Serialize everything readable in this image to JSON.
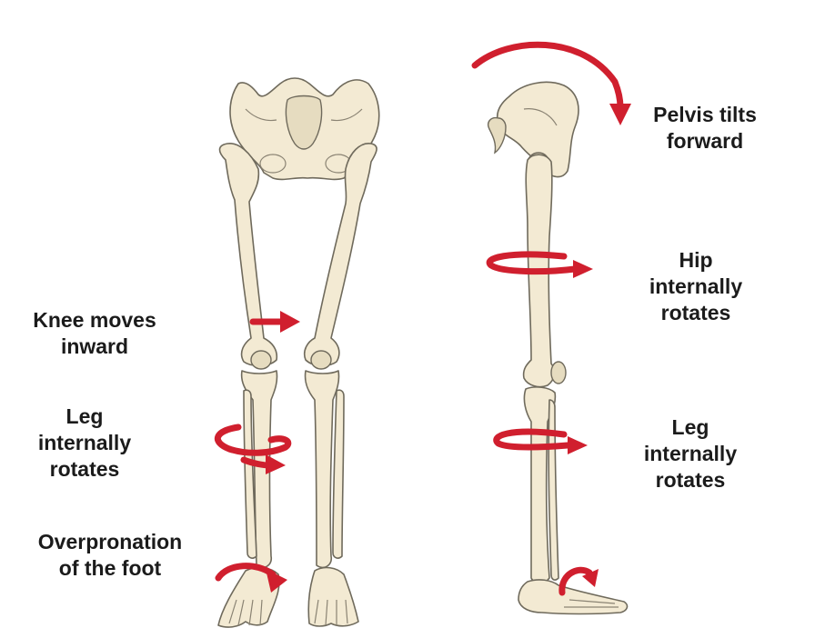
{
  "labels": {
    "pelvis_tilts": "Pelvis tilts\nforward",
    "hip_rotates": "Hip\ninternally\nrotates",
    "leg_rotates_side": "Leg\ninternally\nrotates",
    "knee_inward": "Knee moves\ninward",
    "leg_rotates_front": "Leg\ninternally\nrotates",
    "overpronation": "Overpronation\nof the foot"
  },
  "colors": {
    "arrow": "#d01f2e",
    "bone": "#f3ead3",
    "outline": "#6f6a5c",
    "text": "#1b1b1b"
  }
}
